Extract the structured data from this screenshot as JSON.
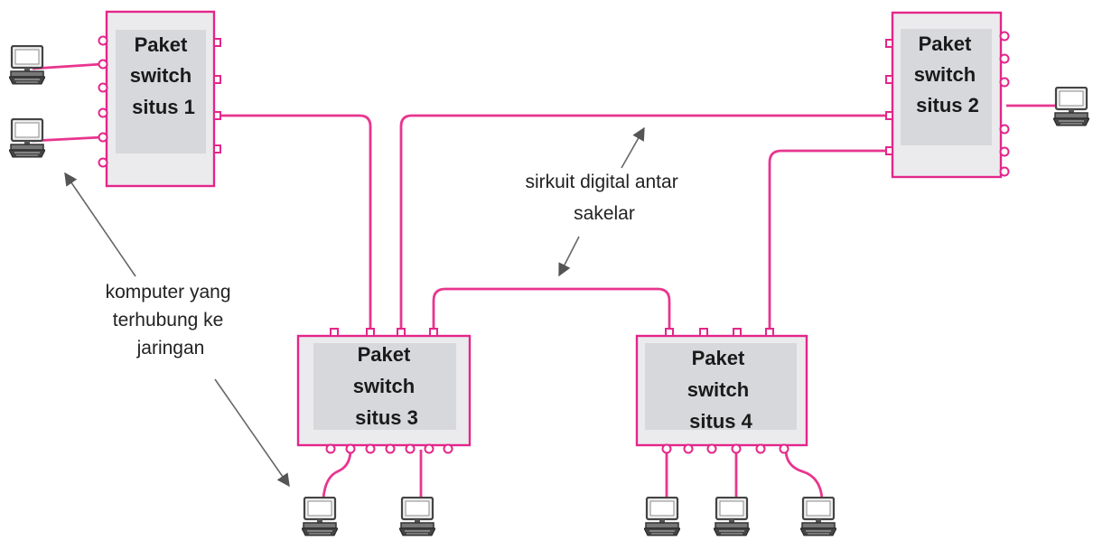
{
  "colors": {
    "link": "#e8358f",
    "switch_border": "#e3268a",
    "switch_outer": "#ebebee",
    "switch_inner": "#d7d8dc",
    "arrow": "#666666",
    "text": "#1a1a1a"
  },
  "switches": [
    {
      "id": "s1",
      "lines": [
        "Paket",
        "switch",
        "situs 1"
      ]
    },
    {
      "id": "s2",
      "lines": [
        "Paket",
        "switch",
        "situs 2"
      ]
    },
    {
      "id": "s3",
      "lines": [
        "Paket",
        "switch",
        "situs 3"
      ]
    },
    {
      "id": "s4",
      "lines": [
        "Paket",
        "switch",
        "situs 4"
      ]
    }
  ],
  "annotations": {
    "computers": [
      "komputer yang",
      "terhubung ke",
      "jaringan"
    ],
    "circuit": [
      "sirkuit digital antar",
      "sakelar"
    ]
  },
  "icons": {
    "computer": "desktop-computer-icon"
  }
}
